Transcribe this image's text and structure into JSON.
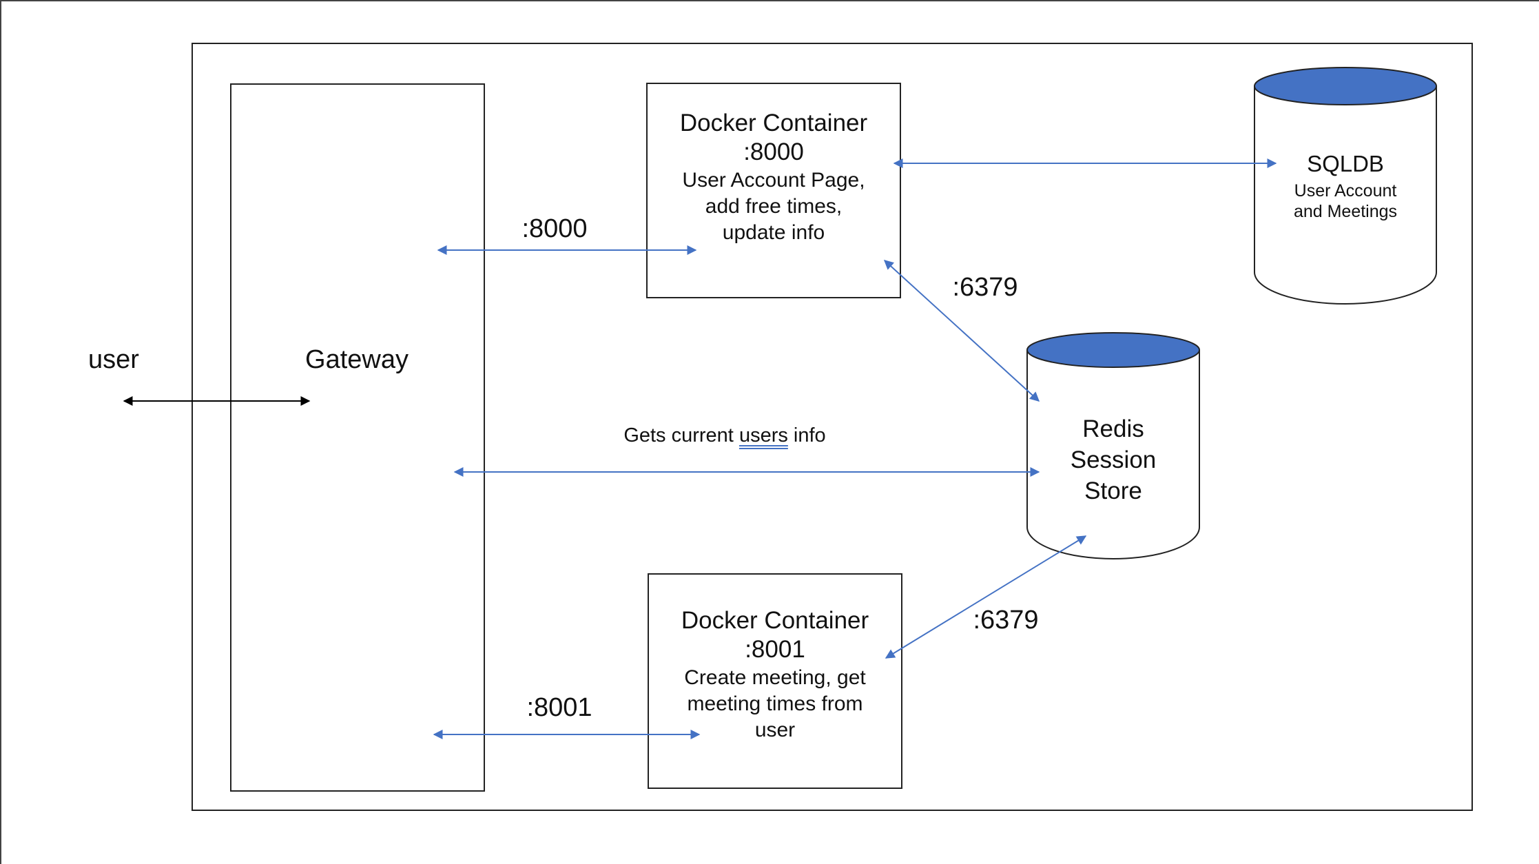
{
  "user_label": "user",
  "gateway_label": "Gateway",
  "container_8000": {
    "title": "Docker Container",
    "port": ":8000",
    "desc_line1": "User Account Page,",
    "desc_line2": "add free times,",
    "desc_line3": "update info"
  },
  "container_8001": {
    "title": "Docker Container",
    "port": ":8001",
    "desc_line1": "Create meeting, get",
    "desc_line2": "meeting times from",
    "desc_line3": "user"
  },
  "sqldb": {
    "title": "SQLDB",
    "desc_line1": "User Account",
    "desc_line2": "and Meetings"
  },
  "redis": {
    "line1": "Redis",
    "line2": "Session",
    "line3": "Store"
  },
  "edges": {
    "gateway_to_8000": ":8000",
    "gateway_to_8001": ":8001",
    "c8000_to_redis": ":6379",
    "c8001_to_redis": ":6379",
    "redis_to_gateway_pre": "Gets current ",
    "redis_to_gateway_word": "users",
    "redis_to_gateway_post": " info"
  },
  "colors": {
    "arrow_blue": "#4472c4",
    "cylinder_fill": "#4472c4",
    "arrow_black": "#000000"
  }
}
